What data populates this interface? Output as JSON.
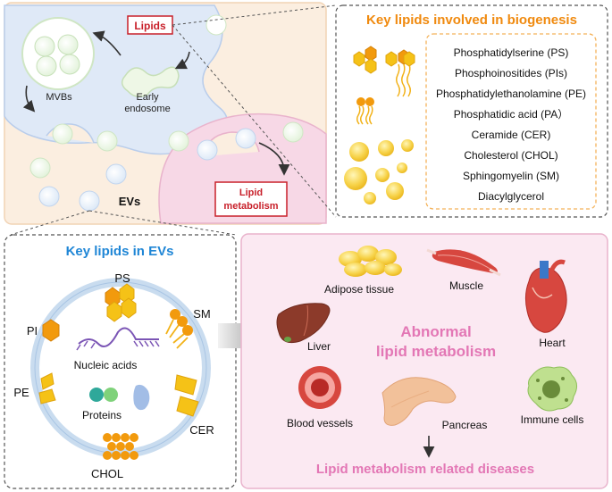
{
  "top_left": {
    "lipids_label": "Lipids",
    "mvbs_label": "MVBs",
    "early_endosome_line1": "Early",
    "early_endosome_line2": "endosome",
    "evs_label": "EVs",
    "lipid_metabolism_line1": "Lipid",
    "lipid_metabolism_line2": "metabolism"
  },
  "biogenesis": {
    "title": "Key lipids involved in biogenesis",
    "items": [
      "Phosphatidylserine (PS)",
      "Phosphoinositides (PIs)",
      "Phosphatidylethanolamine (PE)",
      "Phosphatidic acid (PA）",
      "Ceramide (CER)",
      "Cholesterol (CHOL)",
      "Sphingomyelin (SM)",
      "Diacylglycerol"
    ]
  },
  "evs_panel": {
    "title": "Key lipids in EVs",
    "ps": "PS",
    "pi": "PI",
    "sm": "SM",
    "pe": "PE",
    "cer": "CER",
    "chol": "CHOL",
    "nucleic_acids": "Nucleic acids",
    "proteins": "Proteins"
  },
  "metabolism_panel": {
    "adipose": "Adipose tissue",
    "muscle": "Muscle",
    "liver": "Liver",
    "heart": "Heart",
    "abnormal_line1": "Abnormal",
    "abnormal_line2": "lipid metabolism",
    "blood_vessels": "Blood vessels",
    "pancreas": "Pancreas",
    "immune_cells": "Immune cells",
    "diseases": "Lipid metabolism related diseases"
  },
  "colors": {
    "orange_title": "#f08a0f",
    "blue_title": "#1f86d6",
    "pink_title": "#e377b5",
    "red_box": "#c8202a",
    "lipid_yellow": "#f5c217",
    "lipid_orange": "#f29a0d"
  }
}
